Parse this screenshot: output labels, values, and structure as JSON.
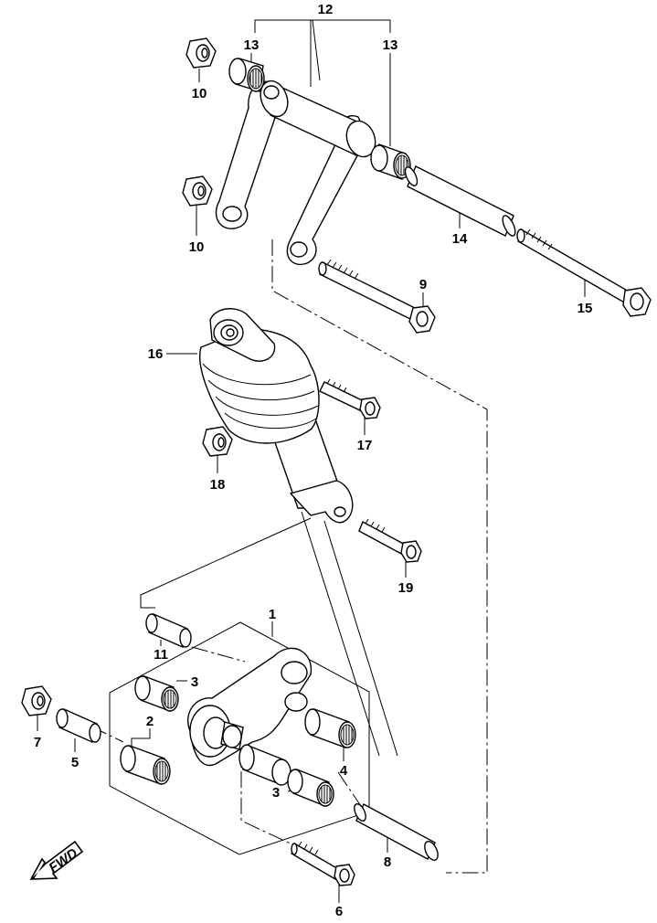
{
  "labels": {
    "l1": "1",
    "l2": "2",
    "l3a": "3",
    "l3b": "3",
    "l4": "4",
    "l5": "5",
    "l6": "6",
    "l7": "7",
    "l8": "8",
    "l9": "9",
    "l10a": "10",
    "l10b": "10",
    "l11": "11",
    "l12": "12",
    "l13a": "13",
    "l13b": "13",
    "l14": "14",
    "l15": "15",
    "l16": "16",
    "l17": "17",
    "l18": "18",
    "l19": "19"
  },
  "fwd": "FWD"
}
